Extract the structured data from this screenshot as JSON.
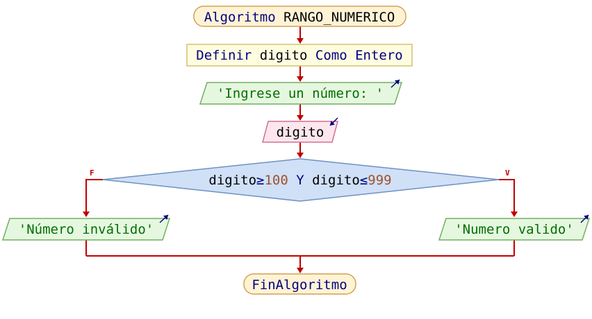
{
  "start": {
    "keyword": "Algoritmo",
    "name": "RANGO_NUMERICO"
  },
  "define": {
    "keyword_define": "Definir",
    "variable": "digito",
    "keyword_as": "Como",
    "type": "Entero"
  },
  "output_prompt": {
    "text": "'Ingrese un número: '"
  },
  "input_read": {
    "variable": "digito"
  },
  "decision": {
    "var1": "digito",
    "op1": "≥",
    "num1": "100",
    "connector": "Y",
    "var2": "digito",
    "op2": "≤",
    "num2": "999",
    "false_label": "F",
    "true_label": "V"
  },
  "output_invalid": {
    "text": "'Número inválido'"
  },
  "output_valid": {
    "text": "'Numero valido'"
  },
  "end": {
    "text": "FinAlgoritmo"
  },
  "colors": {
    "terminal_fill": "#fff3d6",
    "terminal_stroke": "#d4a050",
    "define_fill": "#fffde0",
    "define_stroke": "#d4c070",
    "output_fill": "#e6f7e0",
    "output_stroke": "#70b060",
    "input_fill": "#fde6ee",
    "input_stroke": "#d07090",
    "decision_fill": "#cfe0f7",
    "decision_stroke": "#7090c0",
    "arrow": "#c00000",
    "io_mark": "#000080"
  }
}
